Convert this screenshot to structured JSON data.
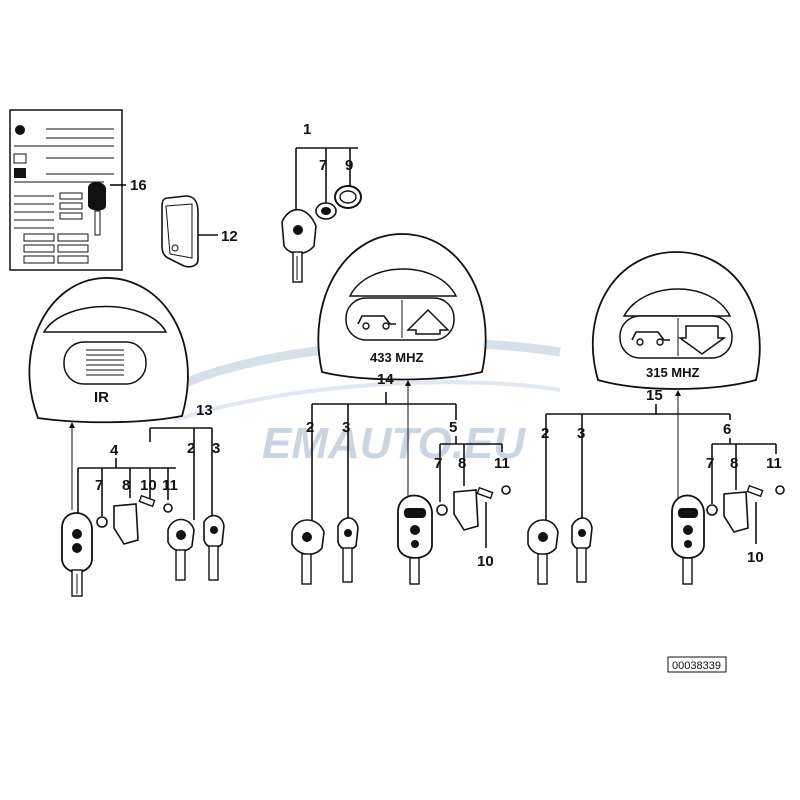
{
  "diagram": {
    "part_numbers": {
      "n1": "1",
      "n2": "2",
      "n3": "3",
      "n4": "4",
      "n5": "5",
      "n6": "6",
      "n7": "7",
      "n8": "8",
      "n9": "9",
      "n10": "10",
      "n11": "11",
      "n12": "12",
      "n13": "13",
      "n14": "14",
      "n15": "15",
      "n16": "16"
    },
    "remote_labels": {
      "ir": "IR",
      "freq_433": "433 MHZ",
      "freq_315": "315 MHZ"
    },
    "reference_code": "00038339",
    "watermark": "EMAUTO.EU"
  }
}
